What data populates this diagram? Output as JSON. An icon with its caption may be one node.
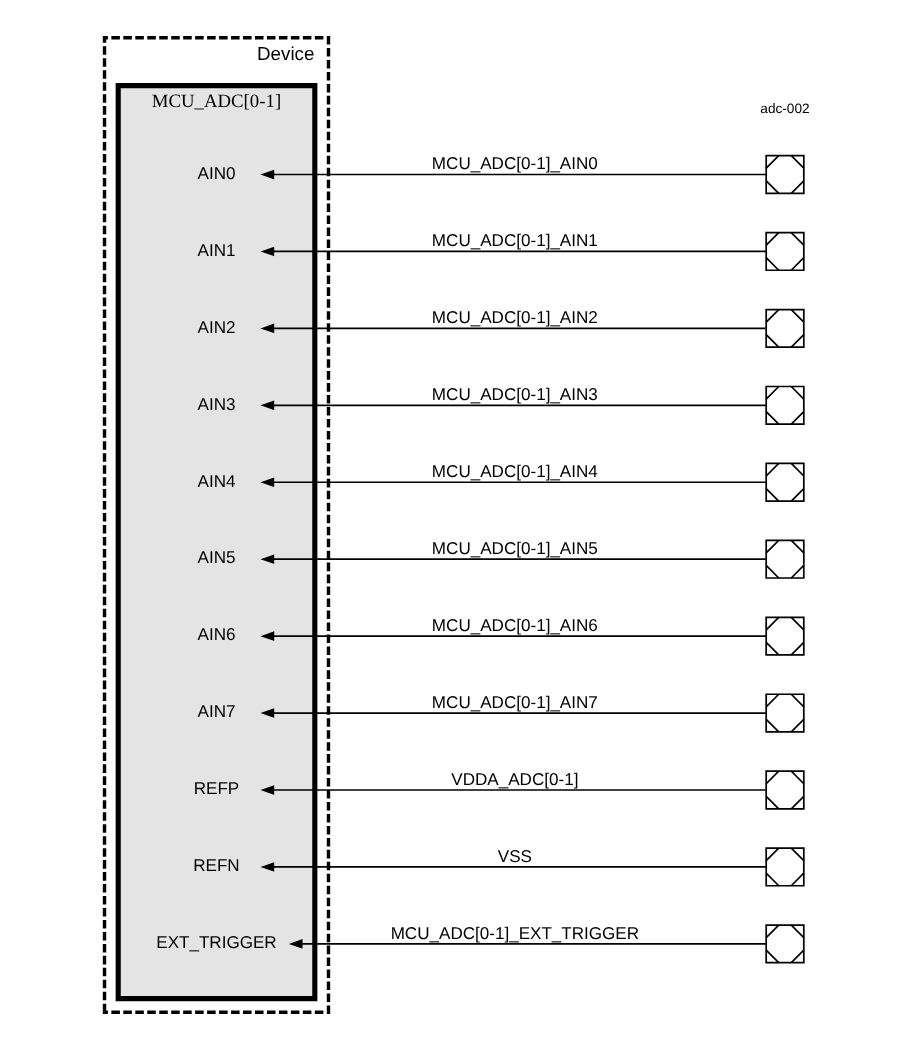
{
  "diagram": {
    "nodes": [
      {
        "text": [
          "Device"
        ]
      },
      {
        "text": [
          "MCU_ADC[0-1]"
        ],
        "in": 0
      },
      {
        "text": [
          "AIN0"
        ],
        "in": 1
      },
      {
        "text": [
          "AIN1"
        ],
        "in": 1
      },
      {
        "text": [
          "AIN2"
        ],
        "in": 1
      },
      {
        "text": [
          "AIN3"
        ],
        "in": 1
      },
      {
        "text": [
          "AIN4"
        ],
        "in": 1
      },
      {
        "text": [
          "AIN5"
        ],
        "in": 1
      },
      {
        "text": [
          "AIN6"
        ],
        "in": 1
      },
      {
        "text": [
          "AIN7"
        ],
        "in": 1
      },
      {
        "text": [
          "REFP"
        ],
        "in": 1
      },
      {
        "text": [
          "REFN"
        ],
        "in": 1
      },
      {
        "text": [
          "EXT_TRIGGER"
        ],
        "in": 1
      },
      {
        "text": [],
        "shape": "box"
      },
      {
        "text": [],
        "shape": "box"
      },
      {
        "text": [],
        "shape": "box"
      },
      {
        "text": [],
        "shape": "box"
      },
      {
        "text": [],
        "shape": "box"
      },
      {
        "text": [],
        "shape": "box"
      },
      {
        "text": [],
        "shape": "box"
      },
      {
        "text": [],
        "shape": "box"
      },
      {
        "text": [],
        "shape": "box"
      },
      {
        "text": [],
        "shape": "box"
      },
      {
        "text": [],
        "shape": "box"
      }
    ],
    "edges": [
      {
        "from": 13,
        "to": 2,
        "arrow": "to",
        "label": "MCU_ADC[0-1]_AIN0"
      },
      {
        "from": 14,
        "to": 3,
        "arrow": "to",
        "label": "MCU_ADC[0-1]_AIN1"
      },
      {
        "from": 15,
        "to": 4,
        "arrow": "to",
        "label": "MCU_ADC[0-1]_AIN2"
      },
      {
        "from": 16,
        "to": 5,
        "arrow": "to",
        "label": "MCU_ADC[0-1]_AIN3"
      },
      {
        "from": 17,
        "to": 6,
        "arrow": "to",
        "label": "MCU_ADC[0-1]_AIN4"
      },
      {
        "from": 18,
        "to": 7,
        "arrow": "to",
        "label": "MCU_ADC[0-1]_AIN5"
      },
      {
        "from": 19,
        "to": 8,
        "arrow": "to",
        "label": "MCU_ADC[0-1]_AIN6"
      },
      {
        "from": 20,
        "to": 9,
        "arrow": "to",
        "label": "MCU_ADC[0-1]_AIN7"
      },
      {
        "from": 21,
        "to": 10,
        "arrow": "to",
        "label": "VDDA_ADC[0-1]"
      },
      {
        "from": 22,
        "to": 11,
        "arrow": "to",
        "label": "VSS"
      },
      {
        "from": 23,
        "to": 12,
        "arrow": "to",
        "label": "MCU_ADC[0-1]_EXT_TRIGGER"
      }
    ],
    "labels": [
      "adc-002"
    ]
  }
}
